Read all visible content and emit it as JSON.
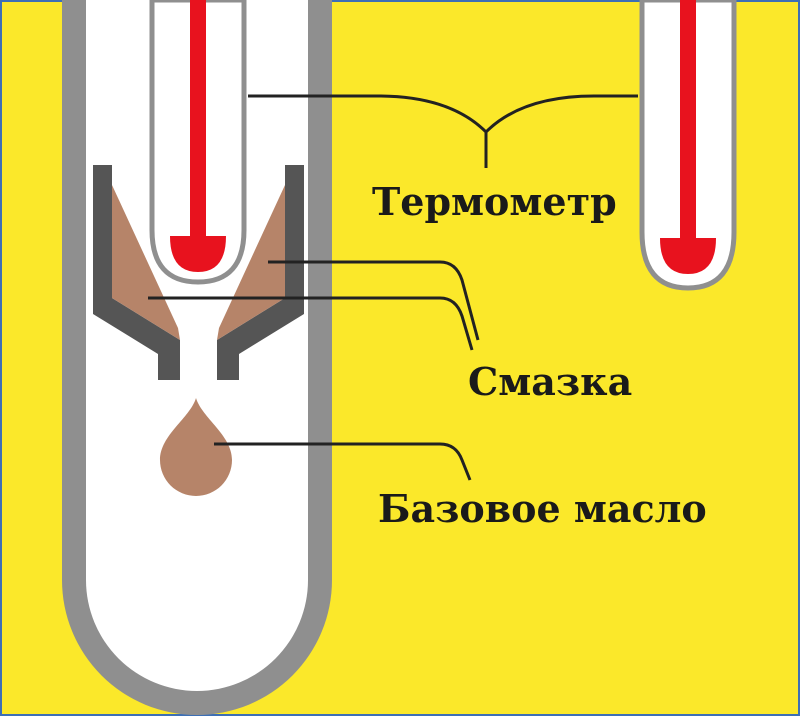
{
  "labels": {
    "thermometer": "Термометр",
    "grease": "Смазка",
    "base_oil": "Базовое масло"
  },
  "colors": {
    "background": "#fbe82a",
    "frame": "#3d6fb5",
    "tube_outer": "#8f8f8f",
    "tube_inner": "#ffffff",
    "cup": "#555555",
    "grease": "#b68469",
    "mercury": "#e8121e",
    "line": "#222222"
  }
}
